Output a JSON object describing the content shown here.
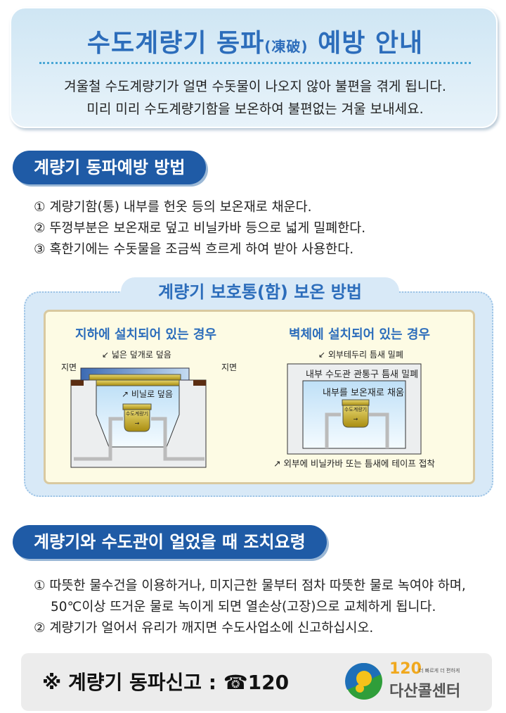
{
  "header": {
    "title": "수도계량기 동파",
    "title_hanja": "(凍破)",
    "title_end": "예방 안내",
    "intro": [
      "겨울철 수도계량기가 얼면 수돗물이 나오지 않아 불편을 겪게 됩니다.",
      "미리 미리 수도계량기함을 보온하여 불편없는 겨울 보내세요."
    ]
  },
  "section1": {
    "title": "계량기 동파예방 방법",
    "items": [
      "① 계량기함(통) 내부를 헌옷 등의 보온재로 채운다.",
      "② 뚜껑부분은 보온재로 덮고 비닐카바 등으로 넓게 밀폐한다.",
      "③ 혹한기에는 수돗물을 조금씩 흐르게 하여 받아 사용한다."
    ]
  },
  "protection": {
    "title": "계량기 보호통(함) 보온 방법",
    "underground": {
      "title": "지하에 설치되어 있는 경우",
      "cover_label": "↙ 넓은 덮개로 덮음",
      "ground_left": "지면",
      "ground_right": "지면",
      "vinyl_label": "↗ 비닐로 덮음",
      "meter_label": "수도계량기",
      "arrow": "→"
    },
    "wall": {
      "title": "벽체에 설치되어 있는 경우",
      "edge_label": "↙ 외부테두리 틈새 밀폐",
      "pipe_label": "내부 수도관 관통구 틈새 밀폐",
      "fill_label": "내부를 보온재로 채움",
      "meter_label": "수도계량기",
      "arrow": "→",
      "tape_label": "↗ 외부에 비닐카바 또는 틈새에 테이프 접착"
    }
  },
  "section2": {
    "title": "계량기와 수도관이 얼었을 때 조치요령",
    "items": [
      "① 따뜻한 물수건을 이용하거나, 미지근한 물부터 점차 따뜻한 물로 녹여야 하며,",
      "50℃이상 뜨거운 물로 녹이게 되면 열손상(고장)으로 교체하게 됩니다.",
      "② 계량기가 얼어서 유리가 깨지면 수도사업소에 신고하십시오."
    ]
  },
  "footer": {
    "report": "※ 계량기 동파신고 : ☎120",
    "logo_number": "120",
    "logo_slogan": "더 빠르게 더 편하게",
    "logo_name": "다산콜센터"
  }
}
